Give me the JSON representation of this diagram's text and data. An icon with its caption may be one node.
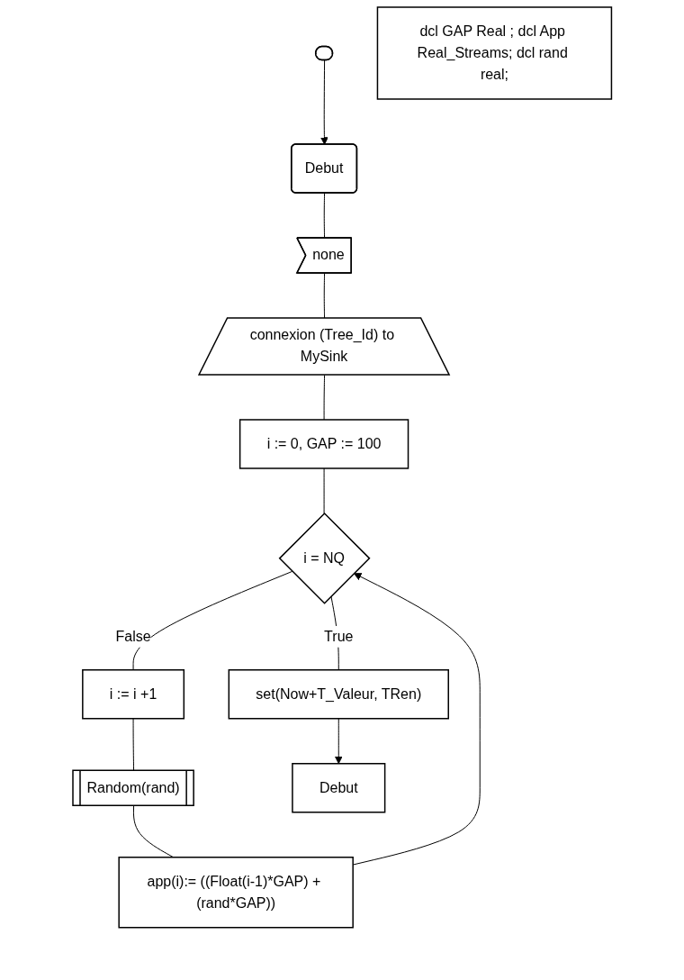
{
  "diagram": {
    "nodes": [
      {
        "text": [],
        "shape": "oval"
      },
      {
        "text": [
          "Debut"
        ]
      },
      {
        "text": [
          "none"
        ]
      },
      {
        "text": [
          "connexion (Tree_Id) to MySink"
        ]
      },
      {
        "text": [
          "i := 0, GAP := 100"
        ]
      },
      {
        "text": [
          "i = NQ"
        ]
      },
      {
        "text": [
          "set(Now+T_Valeur, TRen)"
        ]
      },
      {
        "text": [
          "i := i +1"
        ]
      },
      {
        "text": [
          "Random(rand)"
        ]
      },
      {
        "text": [
          "app(i):= ((Float(i-1)*GAP) + (rand*GAP))"
        ]
      },
      {
        "text": [
          "Debut"
        ]
      },
      {
        "text": [
          "dcl GAP Real ; dcl App Real_Streams; dcl rand real;"
        ]
      }
    ],
    "edges": [
      {
        "from": 0,
        "to": 1,
        "arrow": "to"
      },
      {
        "from": 1,
        "to": 2,
        "arrow": "none"
      },
      {
        "from": 2,
        "to": 3,
        "arrow": "none"
      },
      {
        "from": 3,
        "to": 4,
        "arrow": "none"
      },
      {
        "from": 4,
        "to": 5,
        "arrow": "none"
      },
      {
        "from": 5,
        "to": 6,
        "arrow": "none",
        "label": "True"
      },
      {
        "from": 6,
        "to": 10,
        "arrow": "to"
      },
      {
        "from": 5,
        "to": 7,
        "arrow": "none",
        "label": "False"
      },
      {
        "from": 7,
        "to": 8,
        "arrow": "none"
      },
      {
        "from": 8,
        "to": 9,
        "arrow": "none"
      },
      {
        "from": 9,
        "to": 5,
        "arrow": "to"
      }
    ]
  }
}
